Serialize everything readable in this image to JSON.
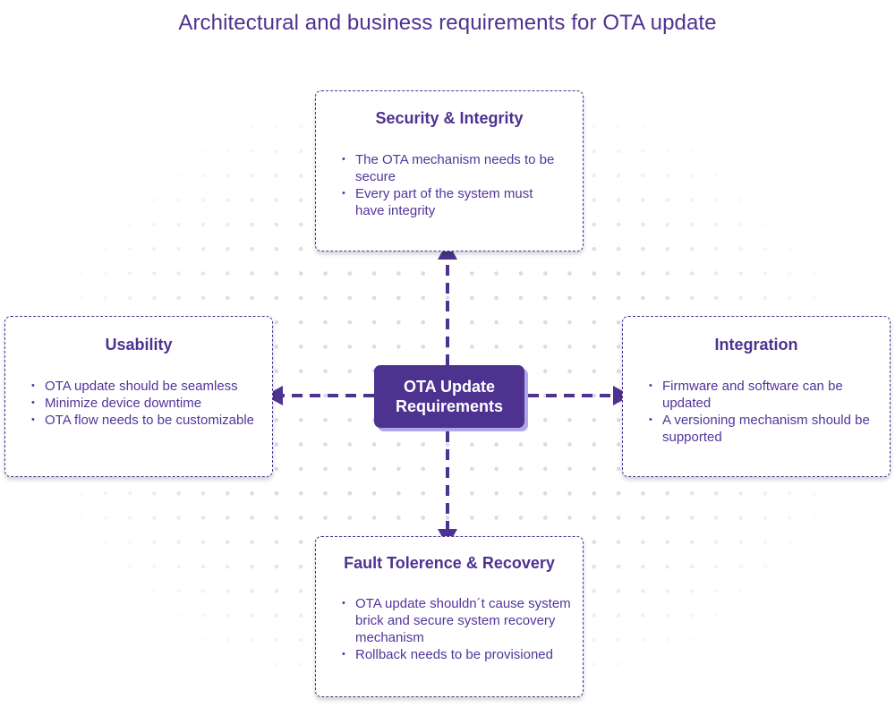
{
  "title": "Architectural and business requirements for OTA update",
  "colors": {
    "primary": "#4d3290",
    "text": "#52359a",
    "center_shadow": "#aea6ea",
    "dot": "#dcd8ee",
    "background": "#ffffff"
  },
  "center": {
    "line1": "OTA Update",
    "line2": "Requirements"
  },
  "cards": {
    "security": {
      "title": "Security & Integrity",
      "items": [
        "The OTA mechanism needs to be secure",
        "Every part of the system must have integrity"
      ]
    },
    "usability": {
      "title": "Usability",
      "items": [
        "OTA update should be seamless",
        "Minimize device downtime",
        "OTA flow needs to be customizable"
      ]
    },
    "integration": {
      "title": "Integration",
      "items": [
        "Firmware and software can be updated",
        "A versioning mechanism should be supported"
      ]
    },
    "fault": {
      "title": "Fault Tolerence & Recovery",
      "items": [
        "OTA update shouldn´t cause system brick and secure system recovery mechanism",
        "Rollback needs to be provisioned"
      ]
    }
  },
  "connectors": [
    {
      "from": "center",
      "to": "security",
      "direction": "up",
      "style": "dashed-arrow"
    },
    {
      "from": "center",
      "to": "usability",
      "direction": "left",
      "style": "dashed-arrow"
    },
    {
      "from": "center",
      "to": "integration",
      "direction": "right",
      "style": "dashed-arrow"
    },
    {
      "from": "center",
      "to": "fault",
      "direction": "down",
      "style": "dashed-arrow"
    }
  ]
}
